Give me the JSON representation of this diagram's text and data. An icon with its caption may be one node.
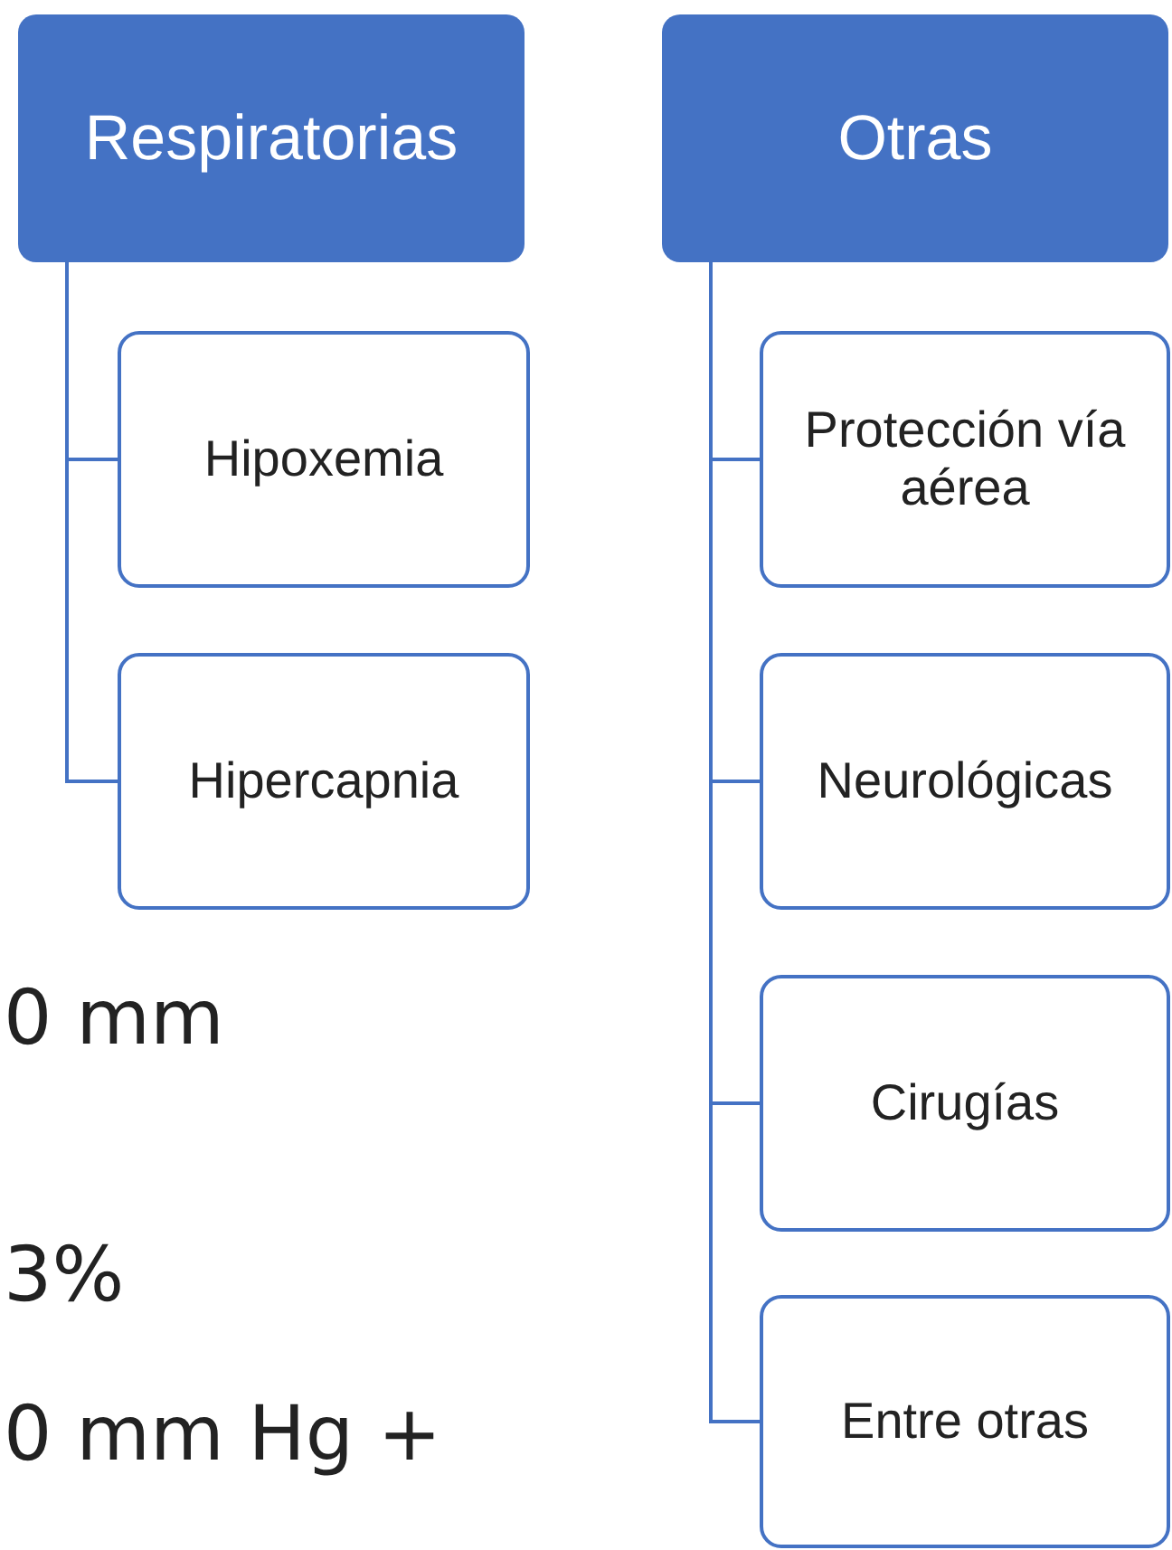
{
  "diagram": {
    "nodes": [
      {
        "text": [
          "Respiratorias"
        ]
      },
      {
        "text": [
          "Hipoxemia"
        ]
      },
      {
        "text": [
          "Hipercapnia"
        ]
      },
      {
        "text": [
          "Otras"
        ]
      },
      {
        "text": [
          "Protección vía aérea"
        ]
      },
      {
        "text": [
          "Neurológicas"
        ]
      },
      {
        "text": [
          "Cirugías"
        ]
      },
      {
        "text": [
          "Entre otras"
        ]
      }
    ],
    "edges": [
      {
        "from": 0,
        "to": 1,
        "arrow": "none"
      },
      {
        "from": 0,
        "to": 2,
        "arrow": "none"
      },
      {
        "from": 3,
        "to": 4,
        "arrow": "none"
      },
      {
        "from": 3,
        "to": 5,
        "arrow": "none"
      },
      {
        "from": 3,
        "to": 6,
        "arrow": "none"
      },
      {
        "from": 3,
        "to": 7,
        "arrow": "none"
      }
    ],
    "labels": [
      "0 mm",
      "3%",
      "0 mm Hg +"
    ]
  }
}
